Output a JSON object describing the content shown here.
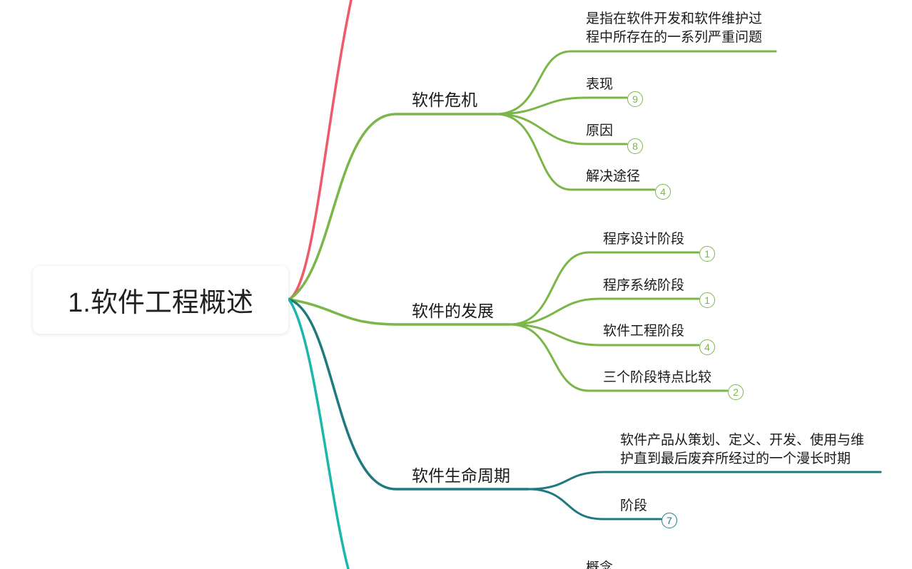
{
  "root": {
    "label": "1.软件工程概述"
  },
  "colors": {
    "red": "#ef5a6a",
    "green": "#7ab648",
    "teal": "#1f7a7f",
    "cyan": "#1bb7aa"
  },
  "crisis": {
    "label": "软件危机",
    "definition_line1": "是指在软件开发和软件维护过",
    "definition_line2": "程中所存在的一系列严重问题",
    "items": [
      {
        "label": "表现",
        "count": "9"
      },
      {
        "label": "原因",
        "count": "8"
      },
      {
        "label": "解决途径",
        "count": "4"
      }
    ]
  },
  "development": {
    "label": "软件的发展",
    "items": [
      {
        "label": "程序设计阶段",
        "count": "1"
      },
      {
        "label": "程序系统阶段",
        "count": "1"
      },
      {
        "label": "软件工程阶段",
        "count": "4"
      },
      {
        "label": "三个阶段特点比较",
        "count": "2"
      }
    ]
  },
  "lifecycle": {
    "label": "软件生命周期",
    "definition_line1": "软件产品从策划、定义、开发、使用与维",
    "definition_line2": "护直到最后废弃所经过的一个漫长时期",
    "items": [
      {
        "label": "阶段",
        "count": "7"
      }
    ]
  },
  "next": {
    "label": "概念"
  }
}
